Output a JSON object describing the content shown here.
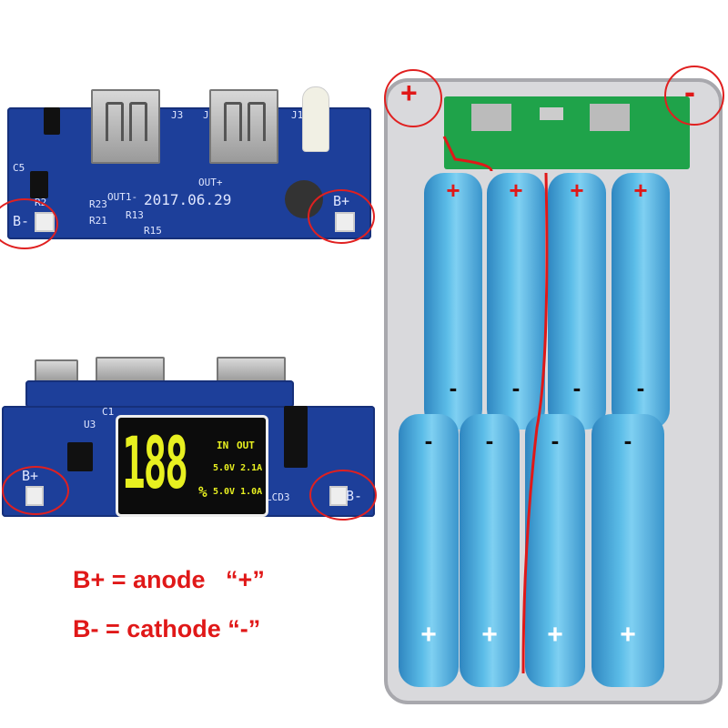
{
  "top_board": {
    "date_label": "2017.06.29",
    "pad_left_label": "B-",
    "pad_right_label": "B+",
    "silk_labels": [
      "J3",
      "J2",
      "J1",
      "OUT1-",
      "OUT+",
      "R21",
      "R23",
      "R13",
      "R15",
      "C5",
      "R2"
    ]
  },
  "bottom_board": {
    "pad_left_label": "B+",
    "pad_right_label": "B-",
    "lcd": {
      "digits": "188",
      "percent": "%",
      "in_label": "IN",
      "out_label": "OUT",
      "row1": "5.0V 2.1A",
      "row2": "5.0V 1.0A"
    },
    "silk_labels": [
      "U3",
      "C1",
      "LCD3"
    ]
  },
  "legend": {
    "line1": "B+ = anode   “+”",
    "line2": "B- = cathode “-”"
  },
  "battery_case": {
    "plus_marker": "+",
    "minus_marker": "-",
    "top_row_signs": [
      "+",
      "+",
      "+",
      "+"
    ],
    "top_row_bottom_signs": [
      "-",
      "-",
      "-",
      "-"
    ],
    "bottom_row_top_signs": [
      "-",
      "-",
      "-",
      "-"
    ],
    "bottom_row_signs": [
      "+",
      "+",
      "+",
      "+"
    ]
  },
  "colors": {
    "annotation_red": "#e01818",
    "pcb_blue": "#1d3f9a",
    "cell_blue": "#5cbde8",
    "lcd_yellow": "#e8f020"
  }
}
